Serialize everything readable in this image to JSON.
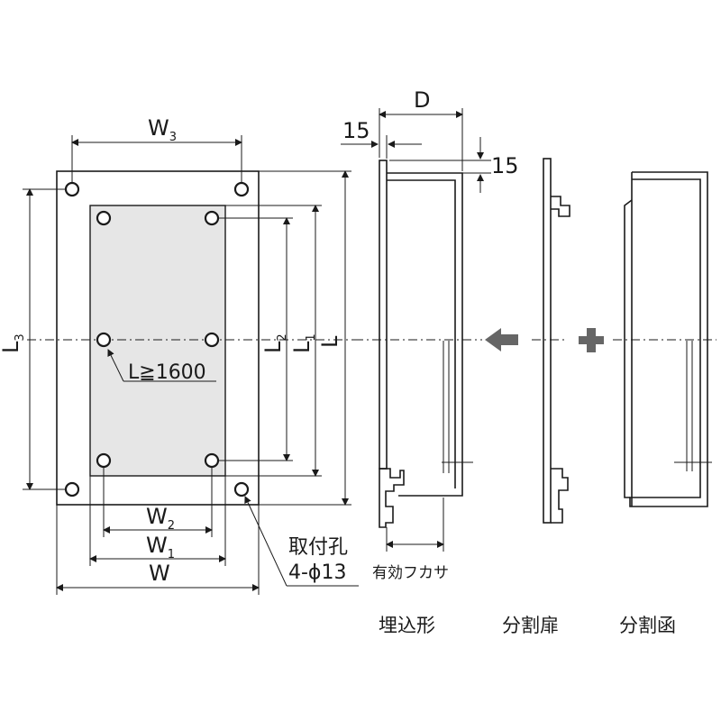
{
  "labels": {
    "w3": "W",
    "w3_sub": "3",
    "w2": "W",
    "w2_sub": "2",
    "w1": "W",
    "w1_sub": "1",
    "w": "W",
    "l3": "L",
    "l3_sub": "3",
    "l2": "L",
    "l2_sub": "2",
    "l1": "L",
    "l1_sub": "1",
    "l": "L",
    "l_note": "L≧1600",
    "hole_title": "取付孔",
    "hole_spec": "4-ϕ13",
    "d": "D",
    "dim_15_top": "15",
    "dim_15_right": "15",
    "effective_depth": "有効フカサ"
  },
  "captions": {
    "embedded": "埋込形",
    "split_door": "分割扉",
    "split_box": "分割函"
  },
  "colors": {
    "line": "#1a1a1a",
    "panel_fill": "#e6e6e6",
    "arrow_fill": "#666666"
  }
}
